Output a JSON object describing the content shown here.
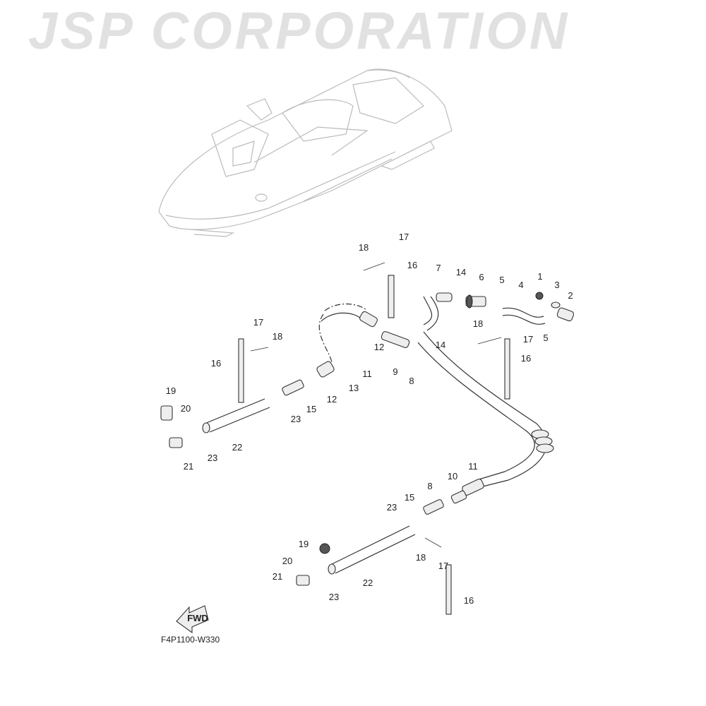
{
  "watermark": "JSP CORPORATION",
  "diagram_code": "F4P1100-W330",
  "fwd_label": "FWD",
  "callouts": [
    "17",
    "18",
    "16",
    "7",
    "14",
    "6",
    "5",
    "4",
    "1",
    "3",
    "2",
    "5",
    "17",
    "18",
    "14",
    "16",
    "12",
    "9",
    "8",
    "11",
    "13",
    "12",
    "15",
    "23",
    "17",
    "18",
    "16",
    "19",
    "20",
    "23",
    "22",
    "21",
    "11",
    "10",
    "8",
    "15",
    "23",
    "19",
    "18",
    "17",
    "20",
    "21",
    "23",
    "22",
    "16"
  ]
}
